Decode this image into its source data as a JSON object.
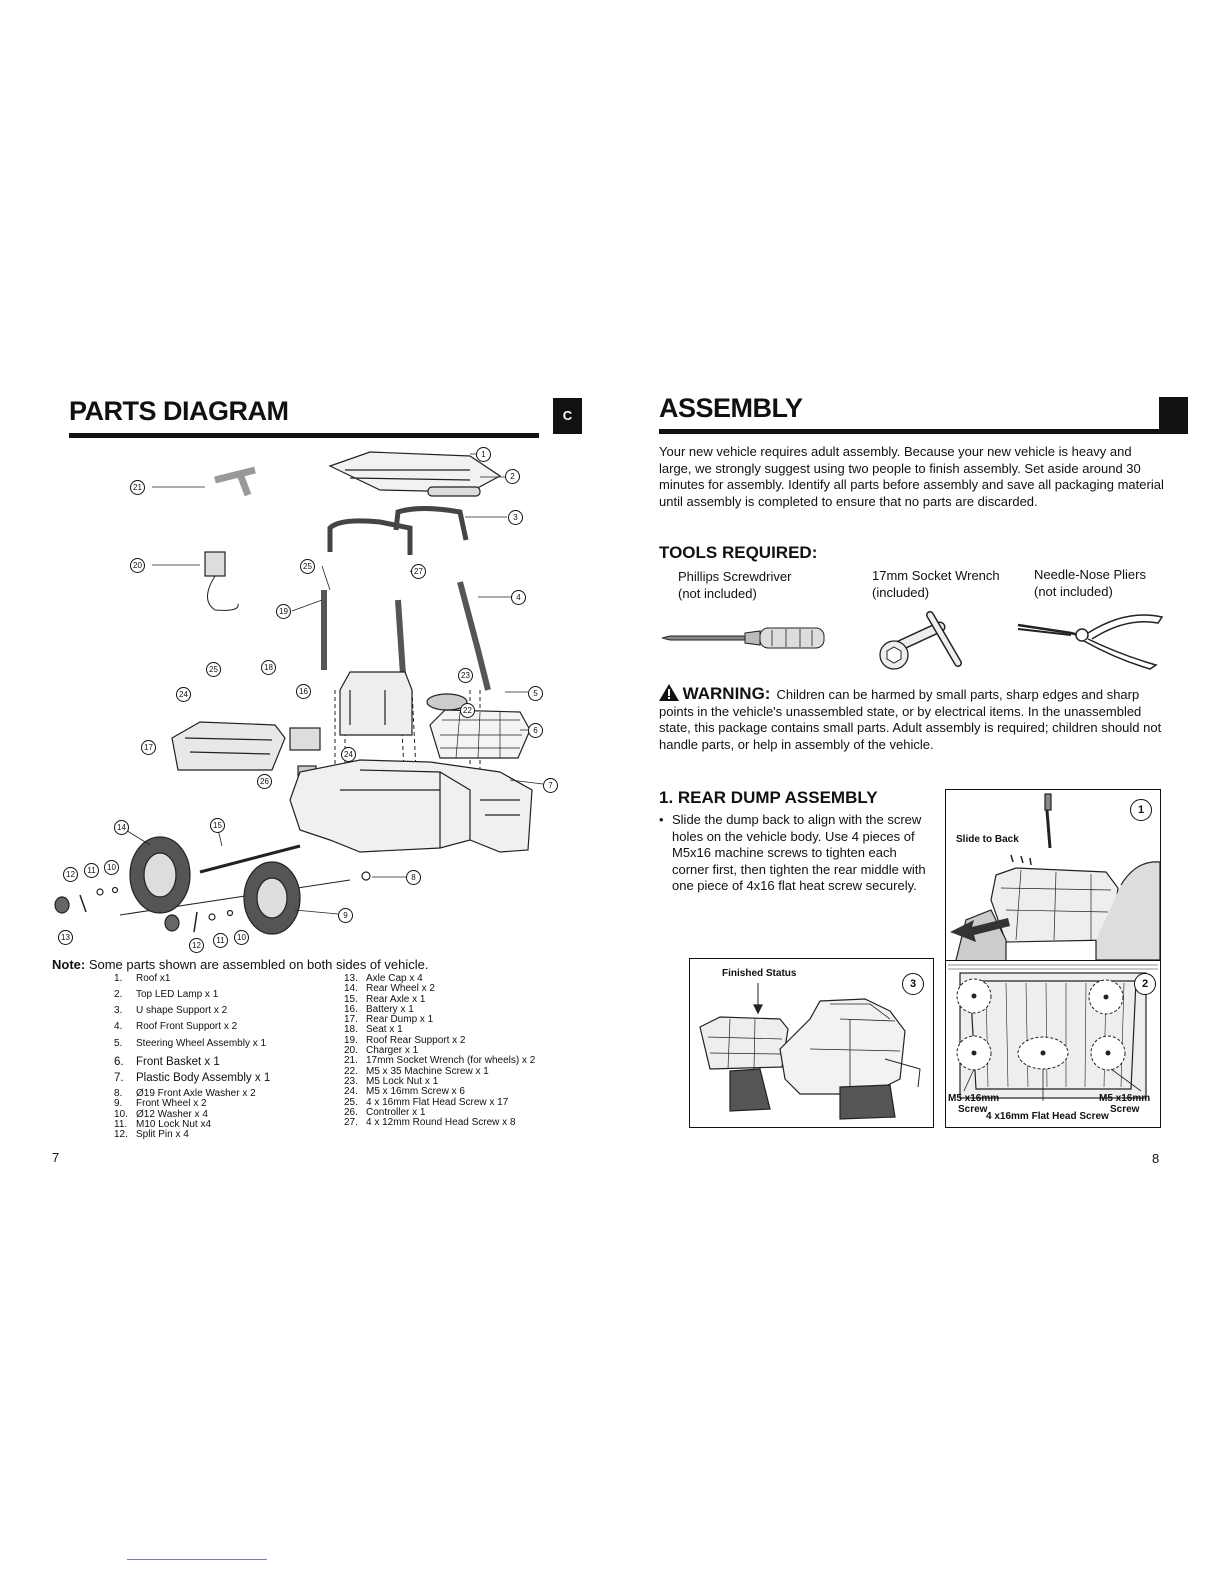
{
  "left": {
    "title": "PARTS DIAGRAM",
    "tab": "C",
    "note_label": "Note:",
    "note_text": " Some parts shown are assembled on both sides of vehicle.",
    "callouts": [
      "1",
      "2",
      "3",
      "4",
      "5",
      "6",
      "7",
      "8",
      "9",
      "10",
      "11",
      "12",
      "13",
      "14",
      "15",
      "16",
      "17",
      "18",
      "19",
      "20",
      "21",
      "22",
      "23",
      "24",
      "25",
      "26",
      "27"
    ],
    "parts_col1": [
      {
        "n": "1.",
        "t": "Roof x1"
      },
      {
        "n": "2.",
        "t": "Top LED Lamp x 1"
      },
      {
        "n": "3.",
        "t": "U shape Support x 2"
      },
      {
        "n": "4.",
        "t": "Roof Front Support x 2"
      },
      {
        "n": "5.",
        "t": "Steering Wheel Assembly x 1"
      },
      {
        "n": "6.",
        "t": "Front Basket x 1"
      },
      {
        "n": "7.",
        "t": "Plastic Body Assembly x 1"
      },
      {
        "n": "8.",
        "t": "Ø19 Front Axle Washer x 2"
      },
      {
        "n": "9.",
        "t": "Front Wheel x 2"
      },
      {
        "n": "10.",
        "t": "Ø12 Washer x 4"
      },
      {
        "n": "11.",
        "t": "M10 Lock Nut x4"
      },
      {
        "n": "12.",
        "t": "Split Pin x 4"
      }
    ],
    "parts_col2": [
      {
        "n": "13.",
        "t": "Axle Cap x 4"
      },
      {
        "n": "14.",
        "t": "Rear Wheel x 2"
      },
      {
        "n": "15.",
        "t": "Rear Axle x 1"
      },
      {
        "n": "16.",
        "t": "Battery x 1"
      },
      {
        "n": "17.",
        "t": "Rear Dump x 1"
      },
      {
        "n": "18.",
        "t": "Seat x 1"
      },
      {
        "n": "19.",
        "t": "Roof Rear Support x 2"
      },
      {
        "n": "20.",
        "t": "Charger x 1"
      },
      {
        "n": "21.",
        "t": "17mm Socket Wrench (for wheels) x 2"
      },
      {
        "n": "22.",
        "t": "M5 x 35 Machine Screw x 1"
      },
      {
        "n": "23.",
        "t": "M5 Lock Nut x 1"
      },
      {
        "n": "24.",
        "t": "M5 x 16mm Screw x 6"
      },
      {
        "n": "25.",
        "t": "4 x 16mm Flat Head Screw x 17"
      },
      {
        "n": "26.",
        "t": "Controller x 1"
      },
      {
        "n": "27.",
        "t": "4 x 12mm Round Head Screw x 8"
      }
    ],
    "page_number": "7"
  },
  "right": {
    "title": "ASSEMBLY",
    "intro": "Your new vehicle requires adult assembly. Because your new vehicle is heavy and large, we strongly suggest using two people to finish assembly. Set aside around 30 minutes for assembly. Identify all parts before assembly and save all packaging material until assembly is completed to ensure that no parts are discarded.",
    "tools_heading": "TOOLS REQUIRED:",
    "tools": [
      {
        "name": "Phillips Screwdriver",
        "note": "(not included)"
      },
      {
        "name": "17mm Socket Wrench",
        "note": "(included)"
      },
      {
        "name": "Needle-Nose Pliers",
        "note": "(not included)"
      }
    ],
    "warning_label": "WARNING:",
    "warning_text": "Children can be harmed by small parts, sharp edges and sharp points in the vehicle's unassembled state, or by electrical items. In the unassembled state, this package contains small parts. Adult assembly is required; children should not handle parts, or help in assembly of the vehicle.",
    "step1_heading": "1. REAR DUMP ASSEMBLY",
    "step1_bullet": "Slide the dump back to align with the screw holes on the vehicle body. Use 4 pieces of M5x16 machine screws to tighten each corner first, then tighten the rear middle with one piece of 4x16 flat heat screw securely.",
    "figures": {
      "fig1_num": "1",
      "fig1_label": "Slide to Back",
      "fig2_num": "2",
      "fig2_label_left": "M5 x16mm",
      "fig2_label_left2": "Screw",
      "fig2_label_right": "M5 x16mm",
      "fig2_label_right2": "Screw",
      "fig2_label_mid": "4 x16mm Flat Head Screw",
      "fig3_num": "3",
      "fig3_label": "Finished Status"
    },
    "page_number": "8"
  }
}
